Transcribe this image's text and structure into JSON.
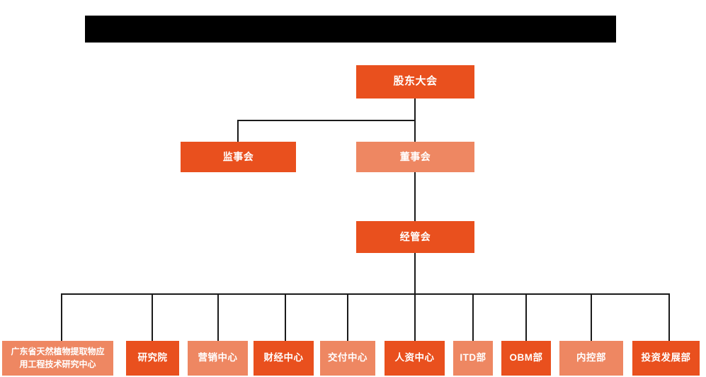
{
  "chart_data": {
    "type": "diagram",
    "title": "",
    "diagram_kind": "organization-chart",
    "orientation": "top-down",
    "levels": [
      {
        "level": 1,
        "nodes": [
          "shareholders_meeting"
        ]
      },
      {
        "level": 2,
        "nodes": [
          "board_of_supervisors",
          "board_of_directors"
        ]
      },
      {
        "level": 3,
        "nodes": [
          "management_committee"
        ]
      },
      {
        "level": 4,
        "nodes": [
          "dept_0",
          "dept_1",
          "dept_2",
          "dept_3",
          "dept_4",
          "dept_5",
          "dept_6",
          "dept_7",
          "dept_8",
          "dept_9"
        ]
      }
    ],
    "edges": [
      {
        "from": "shareholders_meeting",
        "to": "board_of_supervisors"
      },
      {
        "from": "shareholders_meeting",
        "to": "board_of_directors"
      },
      {
        "from": "board_of_directors",
        "to": "management_committee"
      },
      {
        "from": "management_committee",
        "to": "dept_0"
      },
      {
        "from": "management_committee",
        "to": "dept_1"
      },
      {
        "from": "management_committee",
        "to": "dept_2"
      },
      {
        "from": "management_committee",
        "to": "dept_3"
      },
      {
        "from": "management_committee",
        "to": "dept_4"
      },
      {
        "from": "management_committee",
        "to": "dept_5"
      },
      {
        "from": "management_committee",
        "to": "dept_6"
      },
      {
        "from": "management_committee",
        "to": "dept_7"
      },
      {
        "from": "management_committee",
        "to": "dept_8"
      },
      {
        "from": "management_committee",
        "to": "dept_9"
      }
    ]
  },
  "colors": {
    "accent_dark": "#e9501e",
    "accent_light": "#ee8762",
    "connector": "#1a1a1a",
    "redaction": "#000000",
    "background": "#ffffff",
    "node_text": "#ffffff"
  },
  "redaction": {
    "name": "title-redaction-bar",
    "text": ""
  },
  "org": {
    "top": {
      "id": "shareholders_meeting",
      "label": "股东大会",
      "tone": "dark"
    },
    "level2": [
      {
        "id": "board_of_supervisors",
        "label": "监事会",
        "tone": "dark"
      },
      {
        "id": "board_of_directors",
        "label": "董事会",
        "tone": "light"
      }
    ],
    "level3": {
      "id": "management_committee",
      "label": "经管会",
      "tone": "dark"
    },
    "departments": [
      {
        "id": "dept_0",
        "label": "广东省天然植物提取物应\n用工程技术研究中心",
        "tone": "light"
      },
      {
        "id": "dept_1",
        "label": "研究院",
        "tone": "dark"
      },
      {
        "id": "dept_2",
        "label": "营销中心",
        "tone": "light"
      },
      {
        "id": "dept_3",
        "label": "财经中心",
        "tone": "dark"
      },
      {
        "id": "dept_4",
        "label": "交付中心",
        "tone": "light"
      },
      {
        "id": "dept_5",
        "label": "人资中心",
        "tone": "dark"
      },
      {
        "id": "dept_6",
        "label": "ITD部",
        "tone": "light"
      },
      {
        "id": "dept_7",
        "label": "OBM部",
        "tone": "dark"
      },
      {
        "id": "dept_8",
        "label": "内控部",
        "tone": "light"
      },
      {
        "id": "dept_9",
        "label": "投资发展部",
        "tone": "dark"
      }
    ]
  }
}
